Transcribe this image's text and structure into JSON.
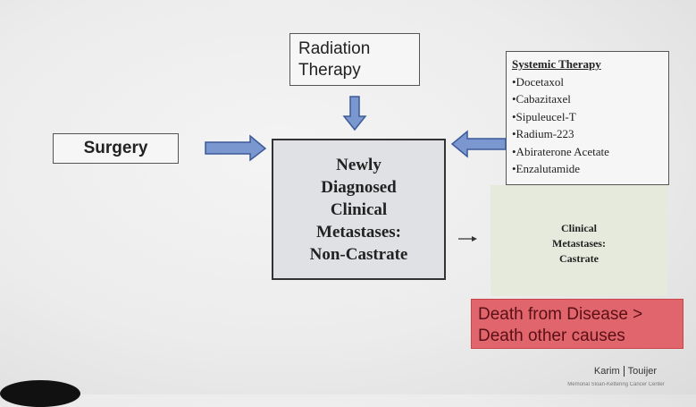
{
  "radiation": {
    "lines": [
      "Radiation",
      "Therapy"
    ]
  },
  "surgery": {
    "label": "Surgery"
  },
  "central": {
    "lines": [
      "Newly",
      "Diagnosed",
      "Clinical",
      "Metastases:",
      "Non-Castrate"
    ]
  },
  "systemic": {
    "title": "Systemic Therapy",
    "items": [
      "•Docetaxol",
      "•Cabazitaxel",
      "•Sipuleucel-T",
      "•Radium-223",
      "•Abiraterone Acetate",
      "•Enzalutamide"
    ]
  },
  "castrate": {
    "lines": [
      "Clinical",
      "Metastases:",
      "Castrate"
    ]
  },
  "death": {
    "lines": [
      "Death from Disease >",
      "Death other causes"
    ],
    "color": "#e0656d"
  },
  "author": {
    "first": "Karim",
    "last": "Touijer",
    "institution": "Memorial Sloan-Kettering Cancer Center"
  },
  "colors": {
    "arrow": "#7b97cf",
    "arrow_border": "#3d5a99"
  }
}
